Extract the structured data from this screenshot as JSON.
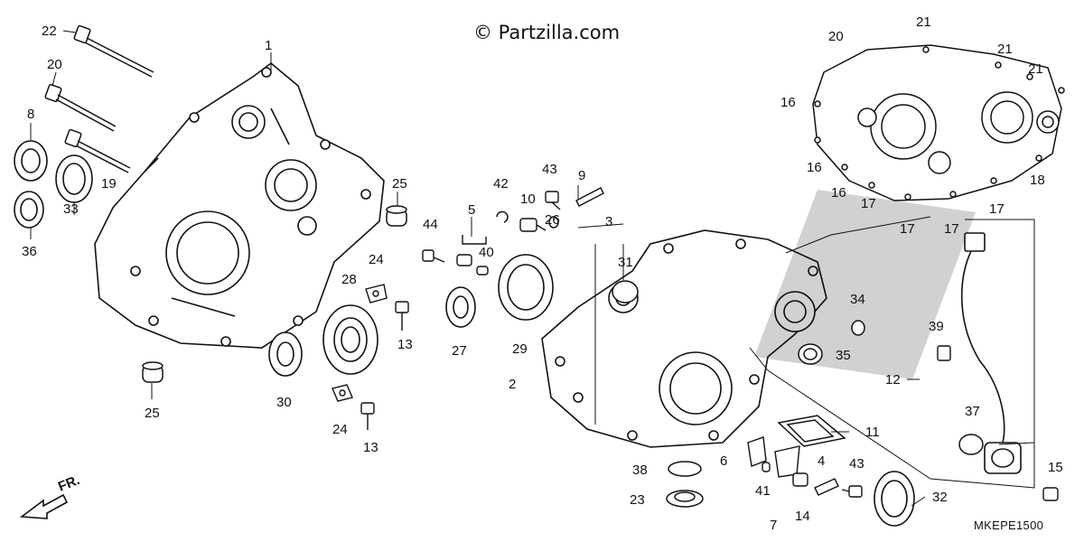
{
  "watermark": "© Partzilla.com",
  "diagram_code": "MKEPE1500",
  "direction_label": "FR.",
  "part_labels": [
    "1",
    "2",
    "3",
    "4",
    "5",
    "6",
    "7",
    "8",
    "9",
    "10",
    "11",
    "12",
    "13",
    "14",
    "15",
    "16",
    "17",
    "18",
    "19",
    "20",
    "21",
    "22",
    "23",
    "24",
    "25",
    "26",
    "27",
    "28",
    "29",
    "30",
    "31",
    "32",
    "33",
    "34",
    "35",
    "36",
    "37",
    "38",
    "39",
    "40",
    "41",
    "42",
    "43",
    "44"
  ]
}
